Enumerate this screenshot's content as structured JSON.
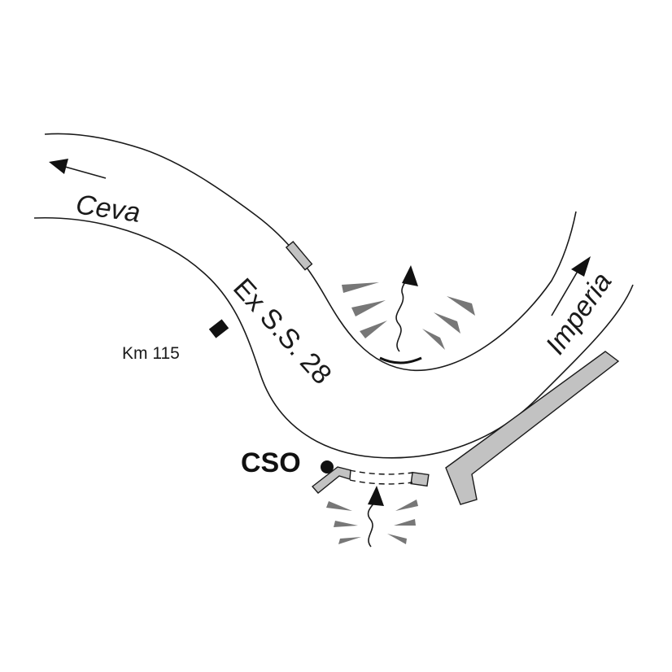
{
  "labels": {
    "destination_west": "Ceva",
    "destination_east": "Imperia",
    "road_name": "Ex S.S. 28",
    "km_marker": "Km 115",
    "site": "CSO"
  },
  "colors": {
    "road_edge": "#1a1a1a",
    "structure_fill": "#c2c2c2",
    "hatch": "#777777",
    "marker": "#111111"
  },
  "icons": {
    "direction": "arrow-icon",
    "flow": "wavy-arrow-icon",
    "km_post": "km-post-icon",
    "site_point": "dot-icon"
  }
}
